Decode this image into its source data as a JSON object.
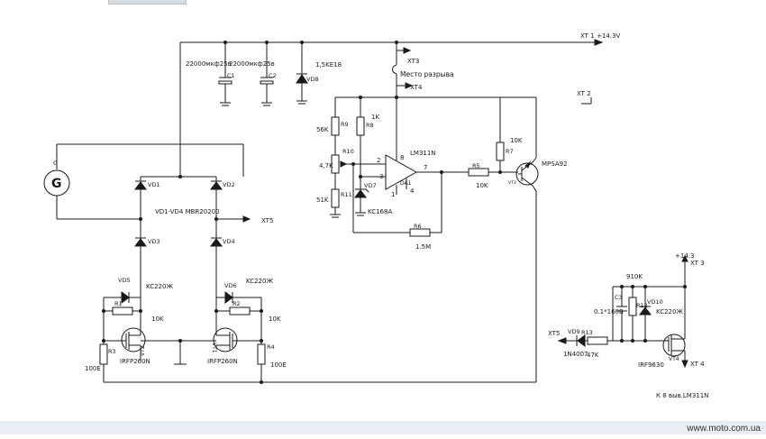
{
  "nets": {
    "xt1": "XT 1",
    "v143": "+14.3V",
    "xt3": "XT3",
    "break": "Место разрыва",
    "xt4": "XT4",
    "xt12": "XT 2",
    "xt5": "XT5",
    "xt3b": "+14.3",
    "xt3c": "XT 3",
    "xt4b": "XT 4",
    "xt15": "XT5",
    "note": "К 8 выв.LM311N"
  },
  "parts": {
    "c1v": "22000мкф25в",
    "c2v": "22000мкф25в",
    "c1": "C1",
    "c2": "C2",
    "vd8v": "1,5KE18",
    "vd8": "VD8",
    "g": "G",
    "vd1": "VD1",
    "vd2": "VD2",
    "vd3": "VD3",
    "vd4": "VD4",
    "bridge": "VD1-VD4 MBR20200",
    "vd5": "VD5",
    "vd5v": "KC220Ж",
    "vd6": "VD6",
    "vd6v": "KC220Ж",
    "r1": "R1",
    "r1v": "10K",
    "r2": "R2",
    "r2v": "10K",
    "vt2": "VT2",
    "vt1": "VT1",
    "q1v": "IRFP260N",
    "q2v": "IRFP260N",
    "r3": "R3",
    "r3v": "100E",
    "r4": "R4",
    "r4v": "100E",
    "r9": "R9",
    "r9v": "56K",
    "r8": "R8",
    "r8v": "1K",
    "r10": "R10",
    "r10v": "4,7K",
    "r11": "R11",
    "r11v": "51K",
    "vd7": "VD7",
    "vd7v": "KC168A",
    "op": "LM311N",
    "da1": "DA1",
    "p2": "2",
    "p3": "3",
    "p8": "8",
    "p7": "7",
    "p4": "4",
    "p1": "1",
    "r6": "R6",
    "r6v": "1.5M",
    "r5": "R5",
    "r5v": "10K",
    "r7": "R7",
    "r7v": "10K",
    "vt3": "VT3",
    "vt3v": "MPSA92",
    "r14v": "910K",
    "c3": "C3",
    "c3v": "0.1*160В",
    "r12": "R12",
    "vd10": "VD10",
    "vd10v": "KC220Ж",
    "vd9": "VD9",
    "vd9v": "1N4007",
    "r13": "R13",
    "r13v": "47K",
    "vt4": "VT4",
    "vt4v": "IRF9630"
  },
  "footer": {
    "site": "www.moto.com.ua"
  }
}
